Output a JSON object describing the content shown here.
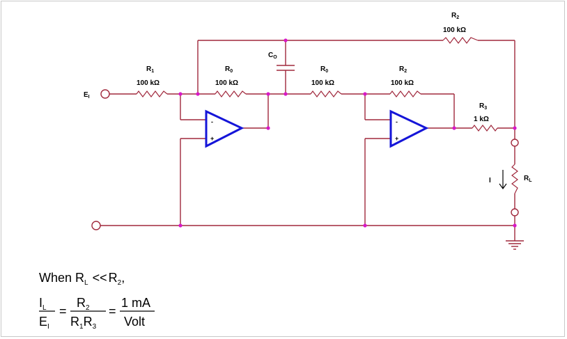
{
  "diagram": {
    "input_label": "E",
    "input_label_sub": "I",
    "r1": {
      "name": "R",
      "sub": "1",
      "value": "100 kΩ"
    },
    "r0_a": {
      "name": "R",
      "sub": "0",
      "value": "100 kΩ"
    },
    "r0_b": {
      "name": "R",
      "sub": "0",
      "value": "100 kΩ"
    },
    "r2_mid": {
      "name": "R",
      "sub": "2",
      "value": "100 kΩ"
    },
    "r2_top": {
      "name": "R",
      "sub": "2",
      "value": "100 kΩ"
    },
    "r3": {
      "name": "R",
      "sub": "3",
      "value": "1 kΩ"
    },
    "c0": {
      "name": "C",
      "sub": "O"
    },
    "rl": {
      "name": "R",
      "sub": "L"
    },
    "current": "I",
    "opamp_minus": "-",
    "opamp_plus": "+"
  },
  "equation": {
    "when": "When R",
    "when_sub_l": "L",
    "ll": "<<",
    "r": "R",
    "r_sub_2": "2",
    "comma": ",",
    "num1": "I",
    "num1_sub": "L",
    "den1": "E",
    "den1_sub": "I",
    "eq1": "=",
    "num2": "R",
    "num2_sub": "2",
    "den2_a": "R",
    "den2_a_sub": "1",
    "den2_b": "R",
    "den2_b_sub": "3",
    "eq2": "=",
    "num3": "1 mA",
    "den3": "Volt"
  },
  "colors": {
    "wire": "#a0283c",
    "node": "#d818c8",
    "opamp": "#1515d8"
  }
}
